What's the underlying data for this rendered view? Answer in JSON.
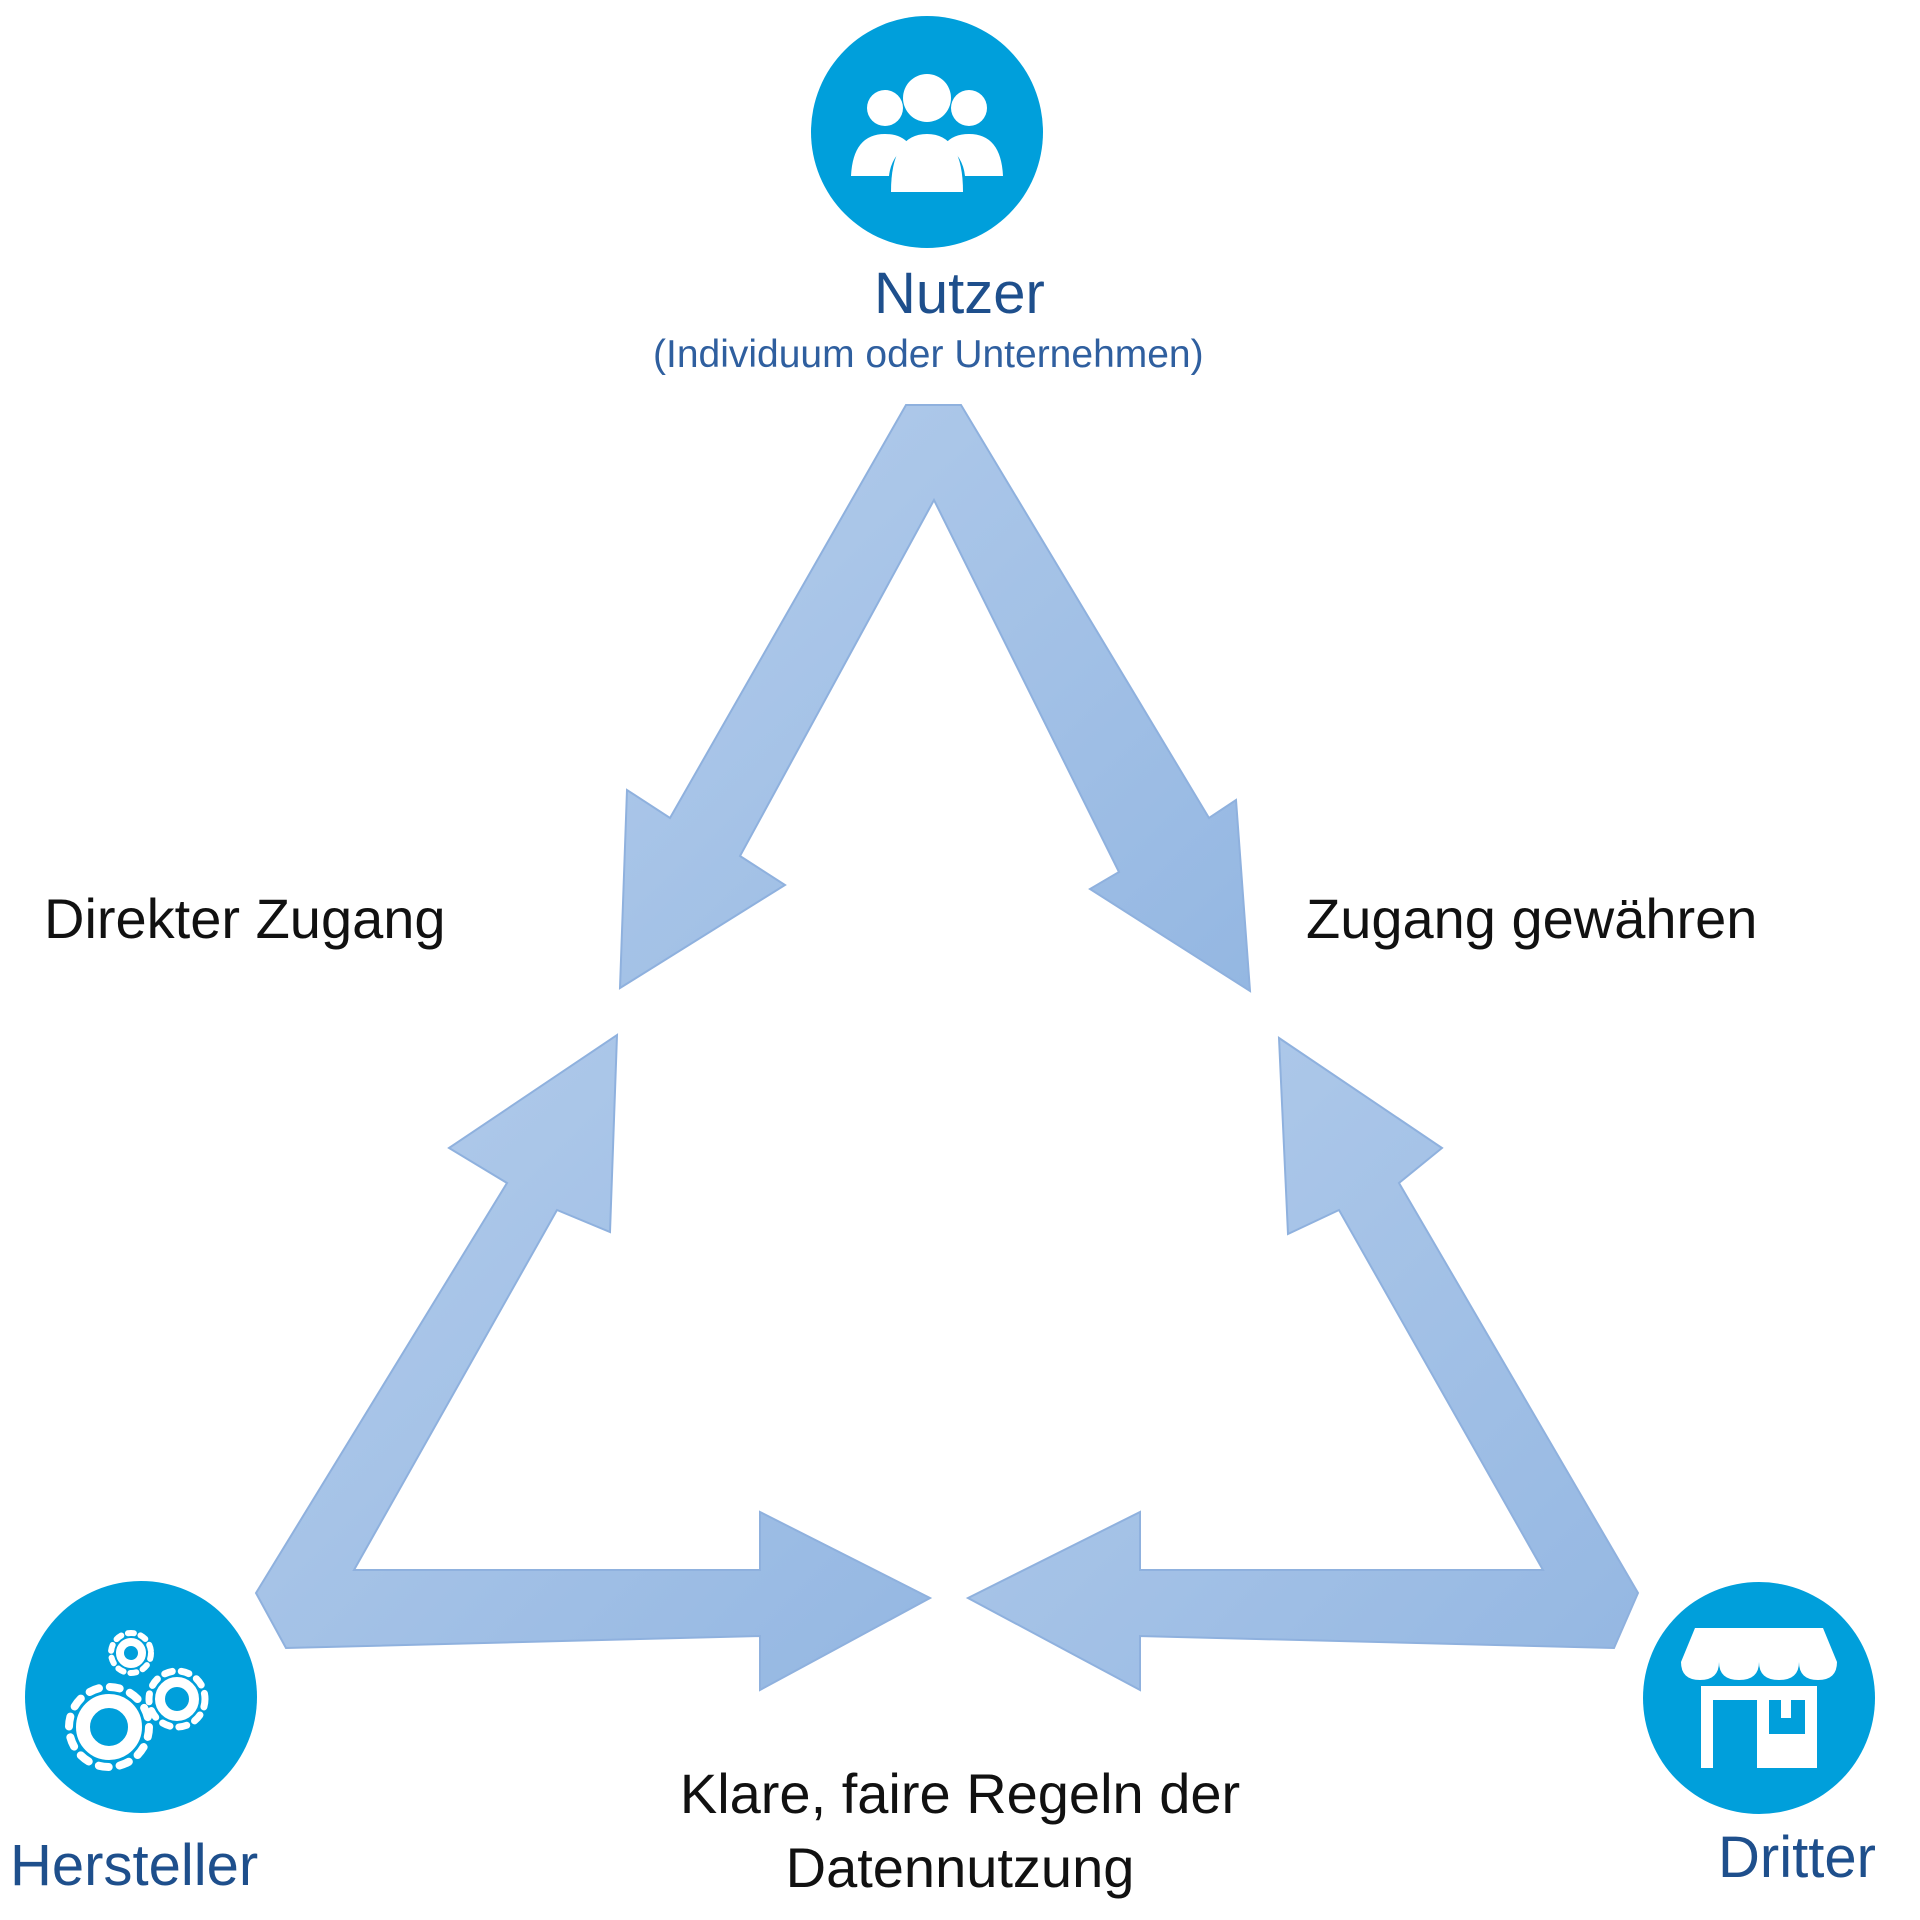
{
  "colors": {
    "icon_fill": "#009fdb",
    "icon_glyph": "#ffffff",
    "arrow_fill": "#a3c0e6",
    "arrow_stroke": "#8fb1de",
    "node_title": "#1e4f8c",
    "label_text": "#111111"
  },
  "nodes": {
    "nutzer": {
      "title": "Nutzer",
      "subtitle": "(Individuum oder Unternehmen)",
      "icon": "users-group-icon"
    },
    "hersteller": {
      "title": "Hersteller",
      "icon": "gears-icon"
    },
    "dritter": {
      "title": "Dritter",
      "icon": "storefront-icon"
    }
  },
  "edges": {
    "left": "Direkter Zugang",
    "right": "Zugang gewähren",
    "bottom": "Klare, faire Regeln der Datennutzung"
  }
}
